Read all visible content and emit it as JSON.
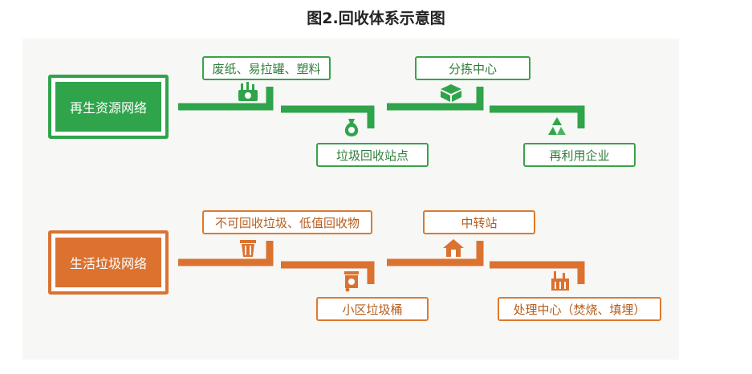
{
  "title": "图2.回收体系示意图",
  "colors": {
    "green": "#2fa44a",
    "orange": "#db7230"
  },
  "recycling": {
    "network": "再生资源网络",
    "sources": "废纸、易拉罐、塑料",
    "station": "垃圾回收站点",
    "sorting": "分拣中心",
    "reuse": "再利用企业",
    "icons": [
      "bottles-icon",
      "money-bag-icon",
      "box-icon",
      "recycle-icon"
    ]
  },
  "household": {
    "network": "生活垃圾网络",
    "sources": "不可回收垃圾、低值回收物",
    "bin": "小区垃圾桶",
    "transfer": "中转站",
    "treatment": "处理中心（焚烧、填埋）",
    "icons": [
      "trash-can-icon",
      "wheelie-bin-icon",
      "house-icon",
      "factory-icon"
    ]
  }
}
